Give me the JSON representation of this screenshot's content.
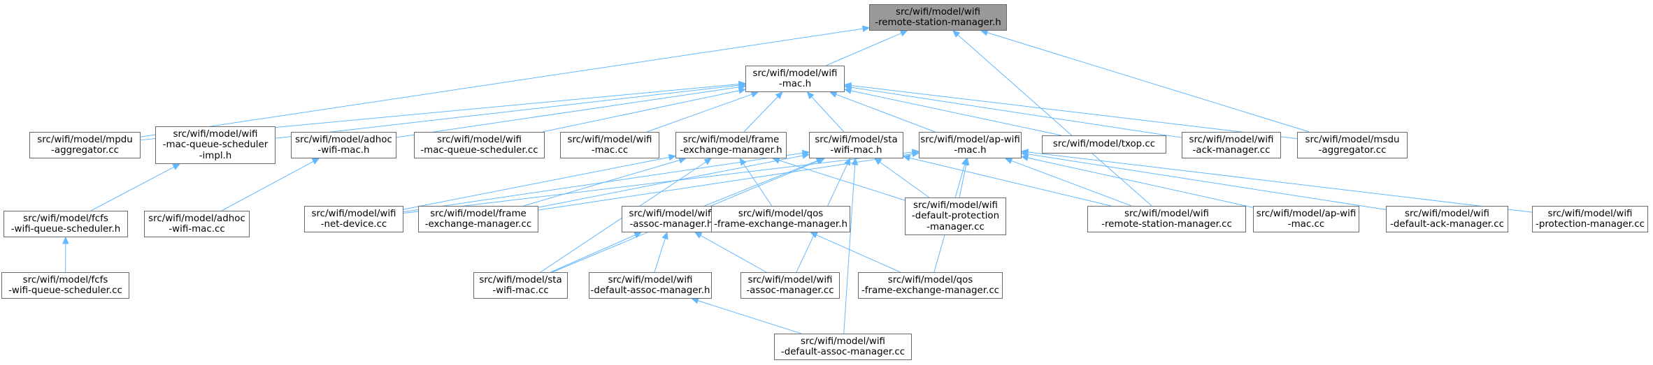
{
  "edge_color": "#63b8ff",
  "root_fill": "#999999",
  "nodes": {
    "root": {
      "lines": [
        "src/wifi/model/wifi",
        "-remote-station-manager.h"
      ]
    },
    "wifimach": {
      "lines": [
        "src/wifi/model/wifi",
        "-mac.h"
      ]
    },
    "mpdu": {
      "lines": [
        "src/wifi/model/mpdu",
        "-aggregator.cc"
      ]
    },
    "mqsh": {
      "lines": [
        "src/wifi/model/wifi",
        "-mac-queue-scheduler",
        "-impl.h"
      ]
    },
    "adhoch": {
      "lines": [
        "src/wifi/model/adhoc",
        "-wifi-mac.h"
      ]
    },
    "mqscc": {
      "lines": [
        "src/wifi/model/wifi",
        "-mac-queue-scheduler.cc"
      ]
    },
    "wifimaccc": {
      "lines": [
        "src/wifi/model/wifi",
        "-mac.cc"
      ]
    },
    "femh": {
      "lines": [
        "src/wifi/model/frame",
        "-exchange-manager.h"
      ]
    },
    "stah": {
      "lines": [
        "src/wifi/model/sta",
        "-wifi-mac.h"
      ]
    },
    "aph": {
      "lines": [
        "src/wifi/model/ap-wifi",
        "-mac.h"
      ]
    },
    "txop": {
      "lines": [
        "src/wifi/model/txop.cc"
      ]
    },
    "ackcc": {
      "lines": [
        "src/wifi/model/wifi",
        "-ack-manager.cc"
      ]
    },
    "msdu": {
      "lines": [
        "src/wifi/model/msdu",
        "-aggregator.cc"
      ]
    },
    "fcfsh": {
      "lines": [
        "src/wifi/model/fcfs",
        "-wifi-queue-scheduler.h"
      ]
    },
    "adhoccc": {
      "lines": [
        "src/wifi/model/adhoc",
        "-wifi-mac.cc"
      ]
    },
    "netdev": {
      "lines": [
        "src/wifi/model/wifi",
        "-net-device.cc"
      ]
    },
    "femcc": {
      "lines": [
        "src/wifi/model/frame",
        "-exchange-manager.cc"
      ]
    },
    "assoch": {
      "lines": [
        "src/wifi/model/wifi",
        "-assoc-manager.h"
      ]
    },
    "qosh": {
      "lines": [
        "src/wifi/model/qos",
        "-frame-exchange-manager.h"
      ]
    },
    "defprot": {
      "lines": [
        "src/wifi/model/wifi",
        "-default-protection",
        "-manager.cc"
      ]
    },
    "rsmcc": {
      "lines": [
        "src/wifi/model/wifi",
        "-remote-station-manager.cc"
      ]
    },
    "apcc": {
      "lines": [
        "src/wifi/model/ap-wifi",
        "-mac.cc"
      ]
    },
    "defack": {
      "lines": [
        "src/wifi/model/wifi",
        "-default-ack-manager.cc"
      ]
    },
    "prot": {
      "lines": [
        "src/wifi/model/wifi",
        "-protection-manager.cc"
      ]
    },
    "fcfscc": {
      "lines": [
        "src/wifi/model/fcfs",
        "-wifi-queue-scheduler.cc"
      ]
    },
    "stacc": {
      "lines": [
        "src/wifi/model/sta",
        "-wifi-mac.cc"
      ]
    },
    "defassoch": {
      "lines": [
        "src/wifi/model/wifi",
        "-default-assoc-manager.h"
      ]
    },
    "assoccc": {
      "lines": [
        "src/wifi/model/wifi",
        "-assoc-manager.cc"
      ]
    },
    "qoscc": {
      "lines": [
        "src/wifi/model/qos",
        "-frame-exchange-manager.cc"
      ]
    },
    "defassoccc": {
      "lines": [
        "src/wifi/model/wifi",
        "-default-assoc-manager.cc"
      ]
    }
  },
  "edges": [
    [
      "wifimach",
      "root"
    ],
    [
      "mpdu",
      "root"
    ],
    [
      "msdu",
      "root"
    ],
    [
      "rsmcc",
      "root"
    ],
    [
      "mpdu",
      "wifimach"
    ],
    [
      "mqsh",
      "wifimach"
    ],
    [
      "adhoch",
      "wifimach"
    ],
    [
      "mqscc",
      "wifimach"
    ],
    [
      "wifimaccc",
      "wifimach"
    ],
    [
      "femh",
      "wifimach"
    ],
    [
      "stah",
      "wifimach"
    ],
    [
      "aph",
      "wifimach"
    ],
    [
      "txop",
      "wifimach"
    ],
    [
      "ackcc",
      "wifimach"
    ],
    [
      "msdu",
      "wifimach"
    ],
    [
      "fcfsh",
      "mqsh"
    ],
    [
      "fcfscc",
      "fcfsh"
    ],
    [
      "adhoccc",
      "adhoch"
    ],
    [
      "netdev",
      "femh"
    ],
    [
      "femcc",
      "femh"
    ],
    [
      "qosh",
      "femh"
    ],
    [
      "defprot",
      "femh"
    ],
    [
      "stacc",
      "femh"
    ],
    [
      "netdev",
      "stah"
    ],
    [
      "femcc",
      "stah"
    ],
    [
      "assoch",
      "stah"
    ],
    [
      "defprot",
      "stah"
    ],
    [
      "rsmcc",
      "stah"
    ],
    [
      "stacc",
      "stah"
    ],
    [
      "assoccc",
      "stah"
    ],
    [
      "defassoccc",
      "stah"
    ],
    [
      "netdev",
      "aph"
    ],
    [
      "femcc",
      "aph"
    ],
    [
      "defprot",
      "aph"
    ],
    [
      "rsmcc",
      "aph"
    ],
    [
      "apcc",
      "aph"
    ],
    [
      "defack",
      "aph"
    ],
    [
      "prot",
      "aph"
    ],
    [
      "qoscc",
      "aph"
    ],
    [
      "stacc",
      "assoch"
    ],
    [
      "defassoch",
      "assoch"
    ],
    [
      "assoccc",
      "assoch"
    ],
    [
      "qoscc",
      "qosh"
    ],
    [
      "defassoccc",
      "defassoch"
    ]
  ]
}
